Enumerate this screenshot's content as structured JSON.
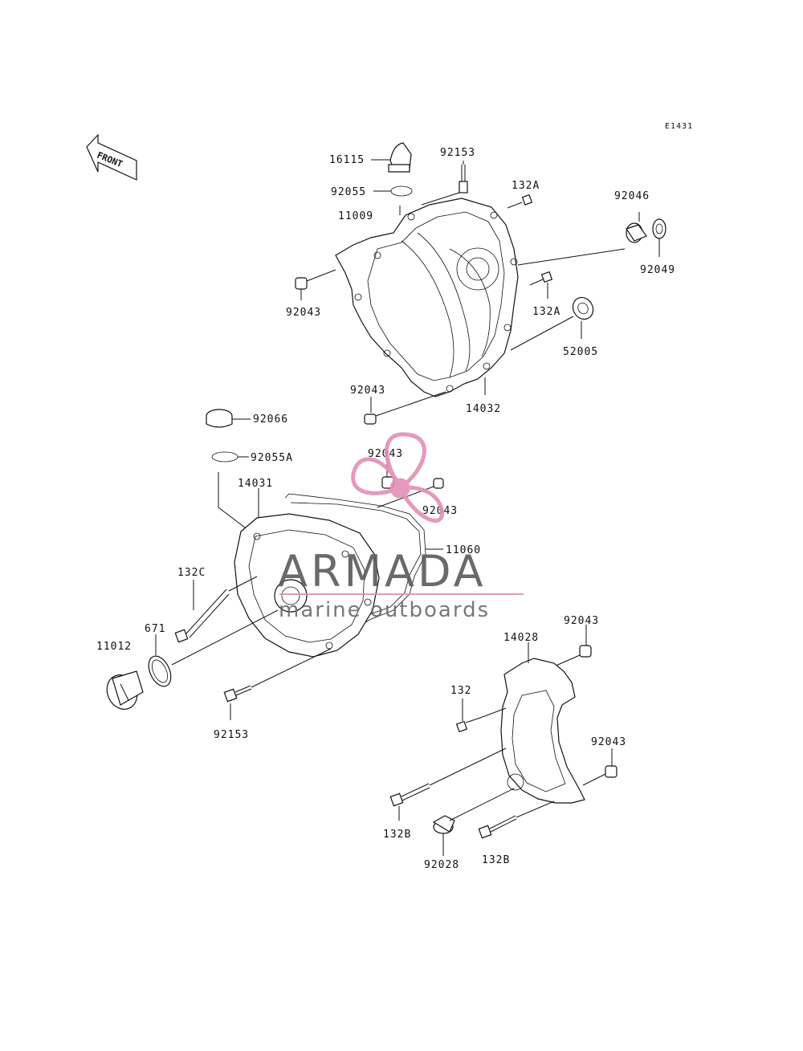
{
  "diagram_code": "E1431",
  "front_label": "FRONT",
  "watermark": {
    "title": "ARMADA",
    "subtitle": "marine outboards",
    "accent": "#e38fb4",
    "text_color": "#5a5a5a"
  },
  "labels": {
    "p16115": "16115",
    "p92153_top": "92153",
    "p92055": "92055",
    "p11009": "11009",
    "p132A_top": "132A",
    "p92046": "92046",
    "p92049": "92049",
    "p92043_left": "92043",
    "p132A_mid": "132A",
    "p52005": "52005",
    "p92043_bottom_upper": "92043",
    "p14032": "14032",
    "p92066": "92066",
    "p92055A": "92055A",
    "p92043_center1": "92043",
    "p14031": "14031",
    "p92043_center2": "92043",
    "p11060": "11060",
    "p132C": "132C",
    "p671": "671",
    "p11012": "11012",
    "p92153_bottom": "92153",
    "p92043_right1": "92043",
    "p14028": "14028",
    "p132": "132",
    "p92043_right2": "92043",
    "p132B_left": "132B",
    "p92028": "92028",
    "p132B_right": "132B"
  }
}
